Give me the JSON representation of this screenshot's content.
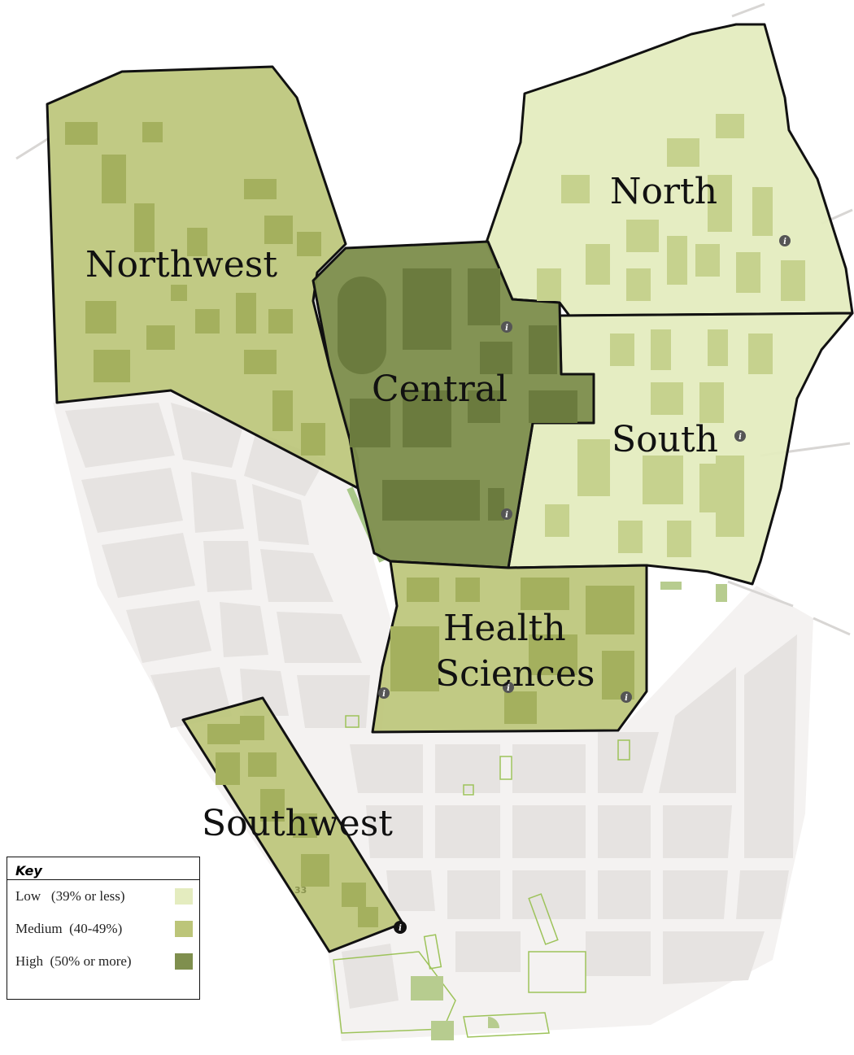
{
  "zones": [
    {
      "id": "northwest",
      "label": "Northwest",
      "level": "medium"
    },
    {
      "id": "central",
      "label": "Central",
      "level": "high"
    },
    {
      "id": "north",
      "label": "North",
      "level": "low"
    },
    {
      "id": "south",
      "label": "South",
      "level": "low"
    },
    {
      "id": "health",
      "label_line1": "Health",
      "label_line2": "Sciences",
      "level": "medium"
    },
    {
      "id": "southwest",
      "label": "Southwest",
      "level": "medium"
    }
  ],
  "building_number": "33",
  "info_icon_glyph": "i",
  "key": {
    "title": "Key",
    "items": [
      {
        "label": "Low   (39% or less)",
        "color": "#e4ecbf"
      },
      {
        "label": "Medium  (40-49%)",
        "color": "#bcc579"
      },
      {
        "label": "High  (50% or more)",
        "color": "#7f8f4e"
      }
    ]
  },
  "colors": {
    "low": "#e4ecbf",
    "medium": "#bcc579",
    "high": "#7f8f4e",
    "street_block": "#e6e3e1",
    "building_low": "#c6d28e",
    "building_medium": "#a4b05e",
    "building_high": "#6b7b3e"
  }
}
